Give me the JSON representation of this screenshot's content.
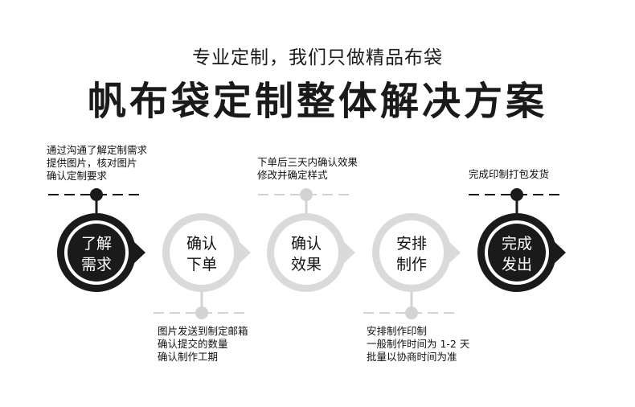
{
  "header": {
    "subtitle": "专业定制，我们只做精品布袋",
    "title": "帆布袋定制整体解决方案"
  },
  "colors": {
    "dark": "#1a1a1a",
    "light": "#dadada",
    "connector_dark": "#1a1a1a",
    "connector_light": "#d3d3d3"
  },
  "steps": [
    {
      "line1": "了解",
      "line2": "需求",
      "theme": "dark",
      "note": [
        "通过沟通了解定制需求",
        "提供图片，核对图片",
        "确认定制要求"
      ]
    },
    {
      "line1": "确认",
      "line2": "下单",
      "theme": "light",
      "note": [
        "图片发送到制定邮箱",
        "确认提交的数量",
        "确认制作工期"
      ]
    },
    {
      "line1": "确认",
      "line2": "效果",
      "theme": "light",
      "note": [
        "下单后三天内确认效果",
        "修改并确定样式"
      ]
    },
    {
      "line1": "安排",
      "line2": "制作",
      "theme": "light",
      "note": [
        "安排制作印制",
        "一般制作时间为 1-2 天",
        "批量以协商时间为准"
      ]
    },
    {
      "line1": "完成",
      "line2": "发出",
      "theme": "dark",
      "note": [
        "完成印制打包发货"
      ]
    }
  ]
}
